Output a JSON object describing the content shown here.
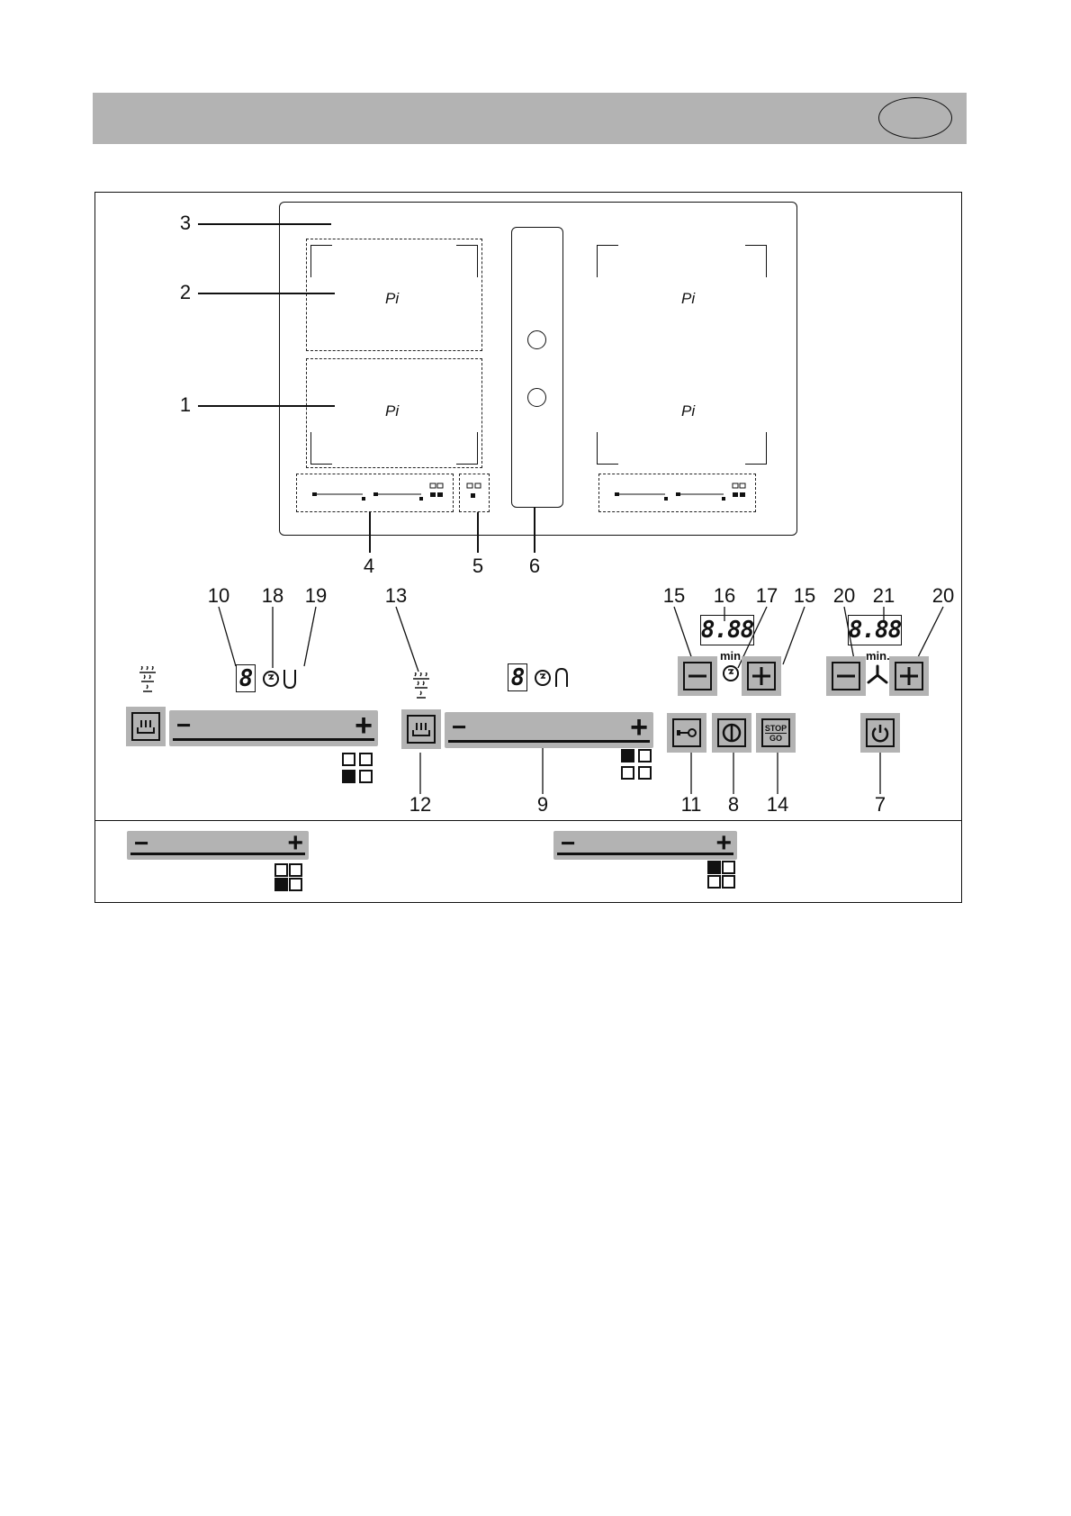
{
  "diagram": {
    "zone_symbol": "Pi",
    "callouts": {
      "n1": "1",
      "n2": "2",
      "n3": "3",
      "n4": "4",
      "n5": "5",
      "n6": "6",
      "n7": "7",
      "n8": "8",
      "n9": "9",
      "n10": "10",
      "n11": "11",
      "n12": "12",
      "n13": "13",
      "n14": "14",
      "n15": "15",
      "n16": "16",
      "n17": "17",
      "n18": "18",
      "n19": "19",
      "n20": "20",
      "n21": "21"
    },
    "display_digit": "8",
    "timer_display": "8.88",
    "min_label": "min.",
    "stop_go_top": "STOP",
    "stop_go_bottom": "GO",
    "slider_minus": "−",
    "slider_plus": "+",
    "icons": [
      "heat-warm-icon",
      "key-lock-icon",
      "on-off-icon",
      "stop-go-icon",
      "power-icon",
      "timer-clock-icon",
      "fan-icon",
      "zone-selector-icon"
    ]
  }
}
